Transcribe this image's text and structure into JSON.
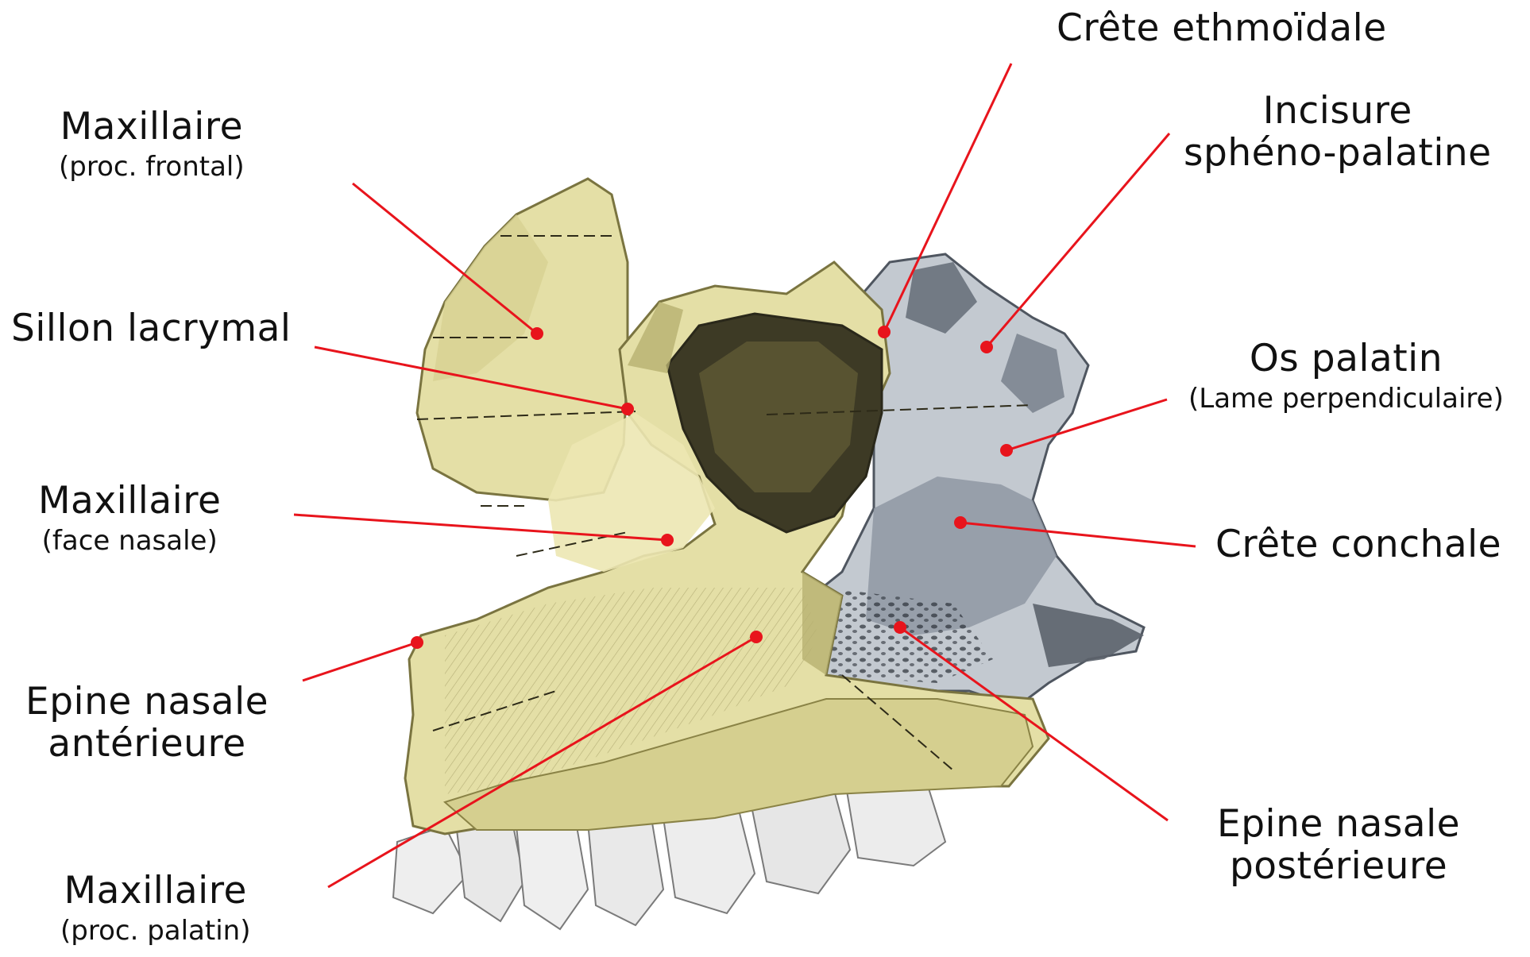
{
  "colors": {
    "leader_line": "#e8141c",
    "maxillary_bone": "#e4dfa6",
    "maxillary_bone_shadow": "#b7b071",
    "palatine_bone": "#c3c9d0",
    "palatine_bone_shadow": "#747d88",
    "teeth": "#eeeeee",
    "sinus_cavity": "#3d3a25"
  },
  "labels": {
    "crete_ethmoidale": {
      "main": "Crête ethmoïdale"
    },
    "incisure": {
      "main_line1": "Incisure",
      "main_line2": "sphéno-palatine"
    },
    "maxillaire_frontal": {
      "main": "Maxillaire",
      "sub": "(proc. frontal)"
    },
    "sillon_lacrymal": {
      "main": "Sillon lacrymal"
    },
    "os_palatin": {
      "main": "Os palatin",
      "sub": "(Lame perpendiculaire)"
    },
    "maxillaire_nasale": {
      "main": "Maxillaire",
      "sub": "(face nasale)"
    },
    "crete_conchale": {
      "main": "Crête conchale"
    },
    "epine_anterieure": {
      "main_line1": "Epine nasale",
      "main_line2": "antérieure"
    },
    "epine_posterieure": {
      "main_line1": "Epine nasale",
      "main_line2": "postérieure"
    },
    "maxillaire_palatin": {
      "main": "Maxillaire",
      "sub": "(proc. palatin)"
    }
  }
}
